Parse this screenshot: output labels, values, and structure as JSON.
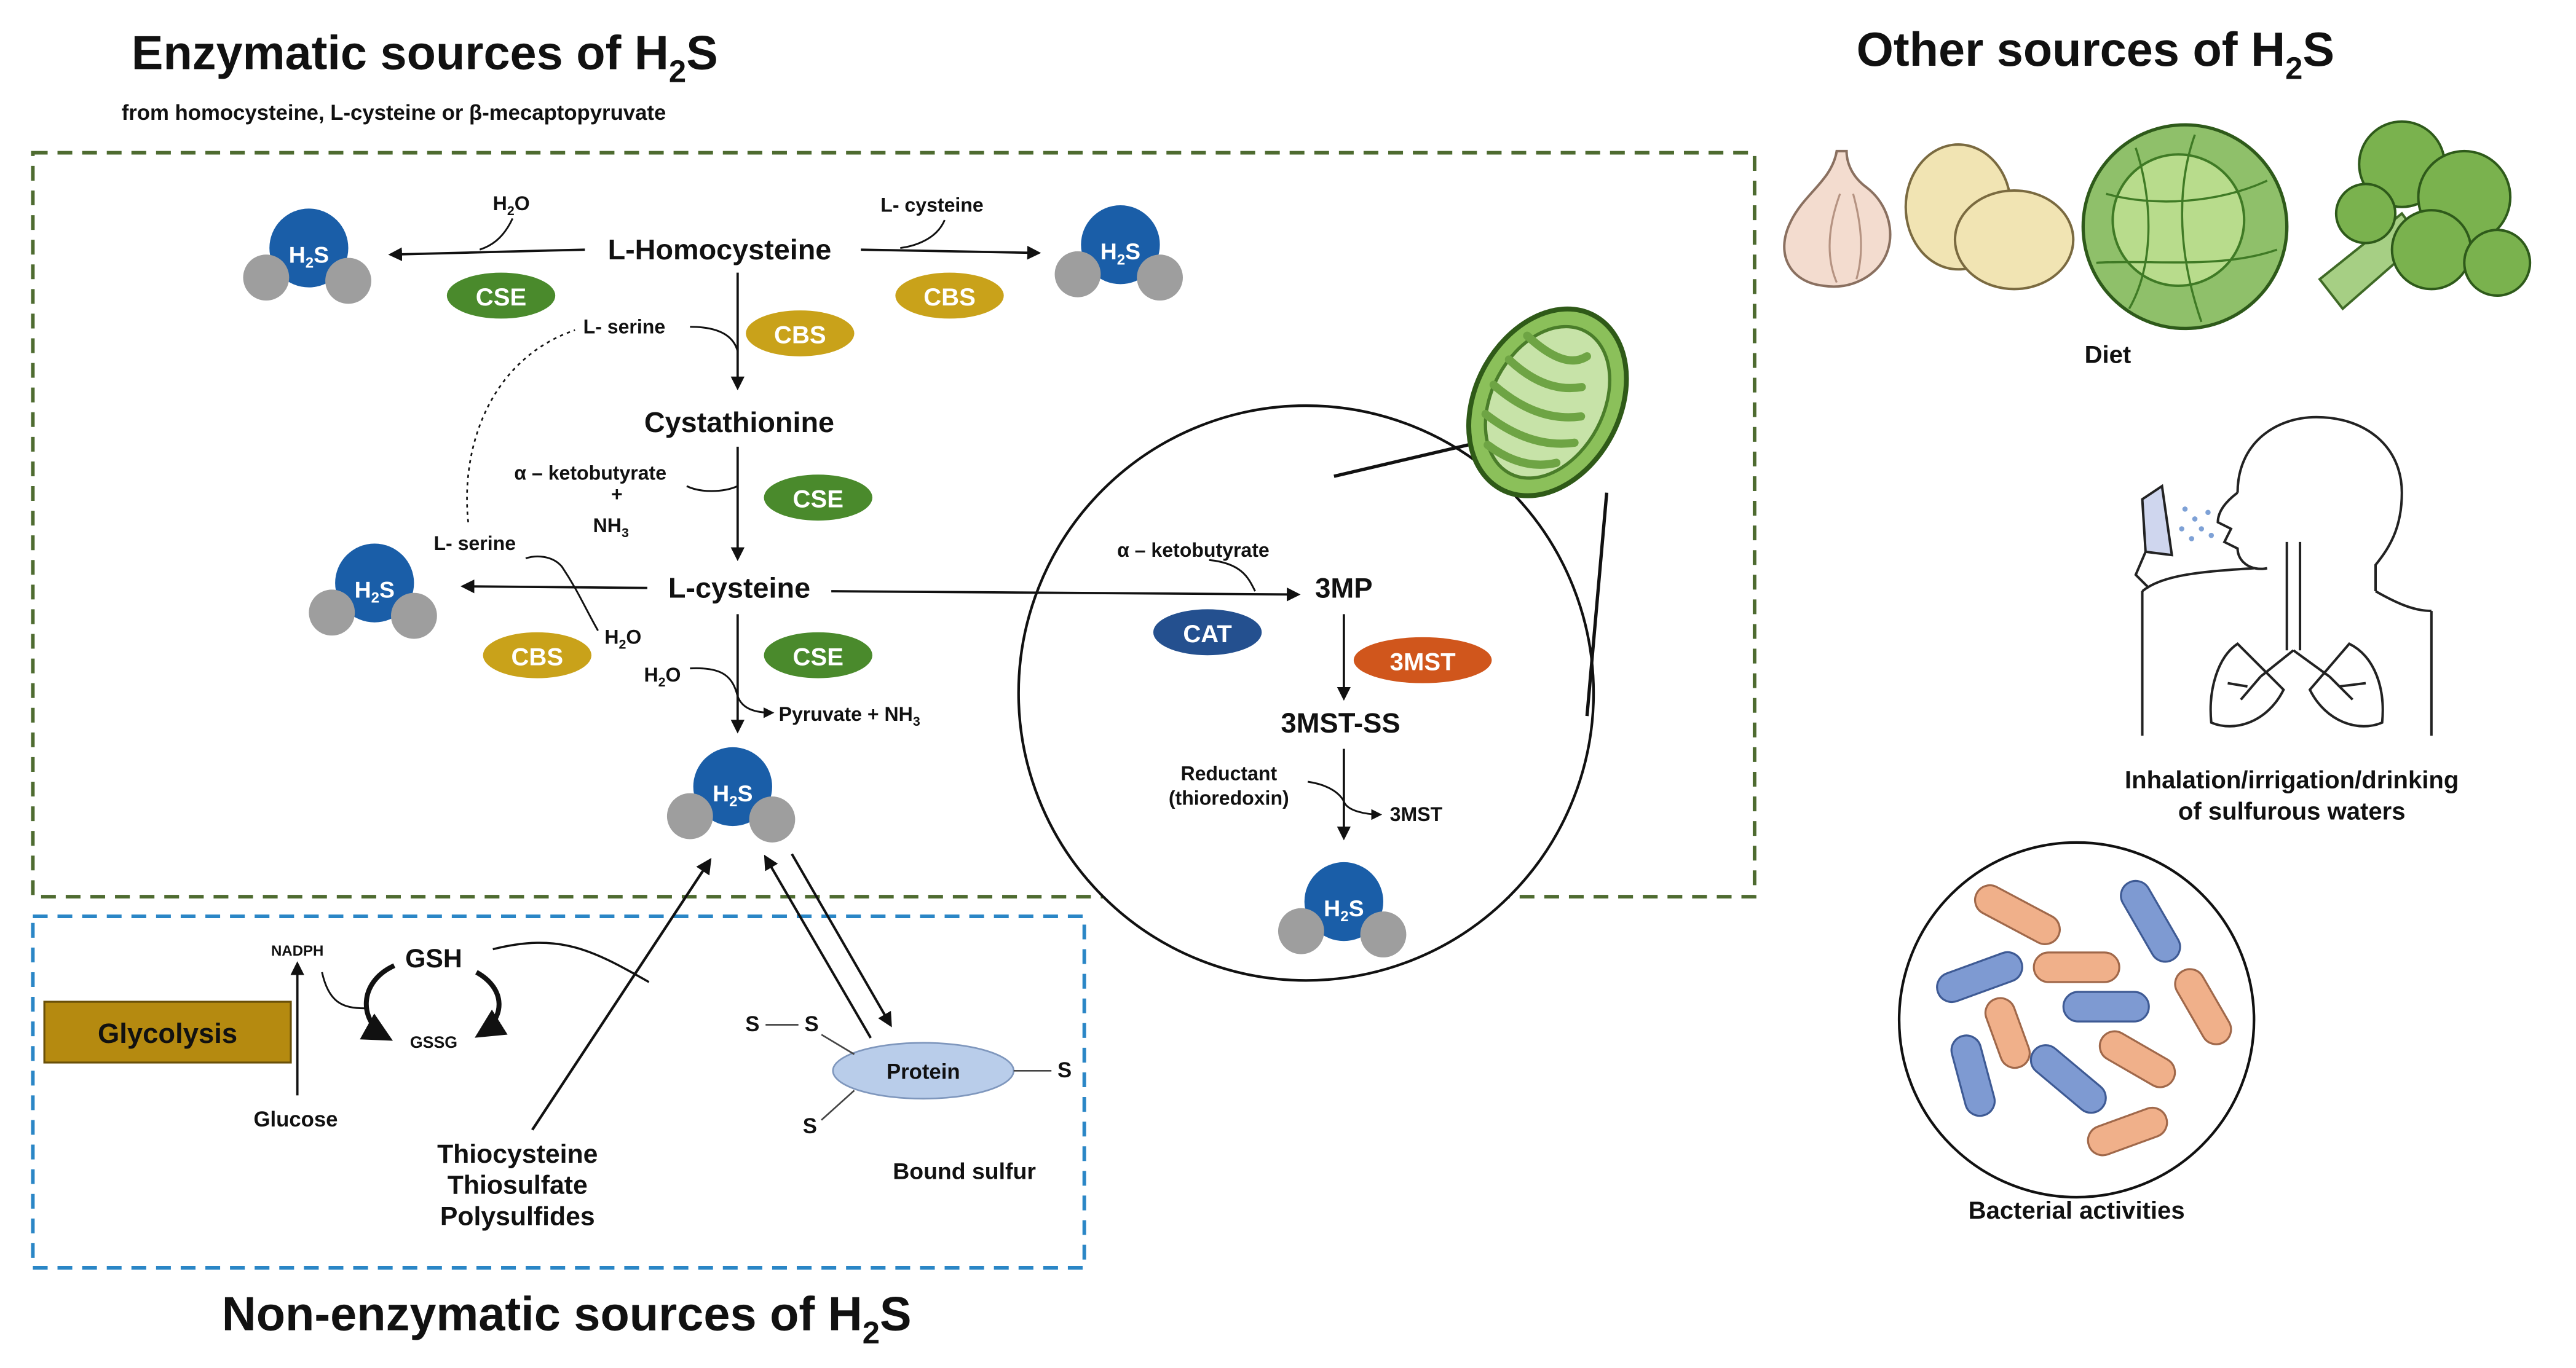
{
  "titles": {
    "enzymatic_main": "Enzymatic sources of H",
    "enzymatic_sub_script": "2",
    "enzymatic_tail": "S",
    "enzymatic_subtitle": "from homocysteine, L-cysteine or β-mecaptopyruvate",
    "other_main": "Other sources of H",
    "other_sub_script": "2",
    "other_tail": "S",
    "nonenz_main": "Non-enzymatic sources of H",
    "nonenz_sub_script": "2",
    "nonenz_tail": "S"
  },
  "h2s": {
    "h": "H",
    "sub": "2",
    "s": "S"
  },
  "molecules": {
    "homocysteine": "L-Homocysteine",
    "cystathionine": "Cystathionine",
    "cysteine": "L-cysteine",
    "threemp": "3MP",
    "threemst_ss": "3MST-SS",
    "threemst": "3MST",
    "gsh": "GSH",
    "gssg": "GSSG",
    "nadph": "NADPH",
    "glucose": "Glucose",
    "protein": "Protein",
    "bound_sulfur": "Bound sulfur",
    "s": "S"
  },
  "reactants": {
    "water": "H",
    "water_sub": "2",
    "water_tail": "O",
    "lcysteine_in": "L- cysteine",
    "lserine_1": "L- serine",
    "lserine_2": "L- serine",
    "ketobutyrate": "α – ketobutyrate",
    "plus": "+",
    "nh3": "NH",
    "nh3_sub": "3",
    "pyruvate": "Pyruvate + NH",
    "pyruvate_sub": "3",
    "ketobutyrate_2": "α – ketobutyrate",
    "reductant": "Reductant",
    "thioredoxin": "(thioredoxin)"
  },
  "enzymes": {
    "cse": "CSE",
    "cbs": "CBS",
    "cat": "CAT",
    "mst": "3MST"
  },
  "boxes": {
    "glycolysis": "Glycolysis"
  },
  "nonenz_sources": [
    "Thiocysteine",
    "Thiosulfate",
    "Polysulfides"
  ],
  "other_sources": {
    "diet": "Diet",
    "inhalation_1": "Inhalation/irrigation/drinking",
    "inhalation_2": "of sulfurous waters",
    "bacterial": "Bacterial activities"
  },
  "colors": {
    "green_dash": "#4e6b30",
    "blue_dash": "#2a86c6",
    "cse": "#4a8a2c",
    "cbs": "#c9a21a",
    "cat": "#24508f",
    "mst": "#d0561c",
    "h2s_blue": "#1a5ea8",
    "h_grey": "#a9a9a9",
    "glycolysis": "#b58a10",
    "protein": "#b9cdea",
    "mito_green": "#8bc05a"
  }
}
